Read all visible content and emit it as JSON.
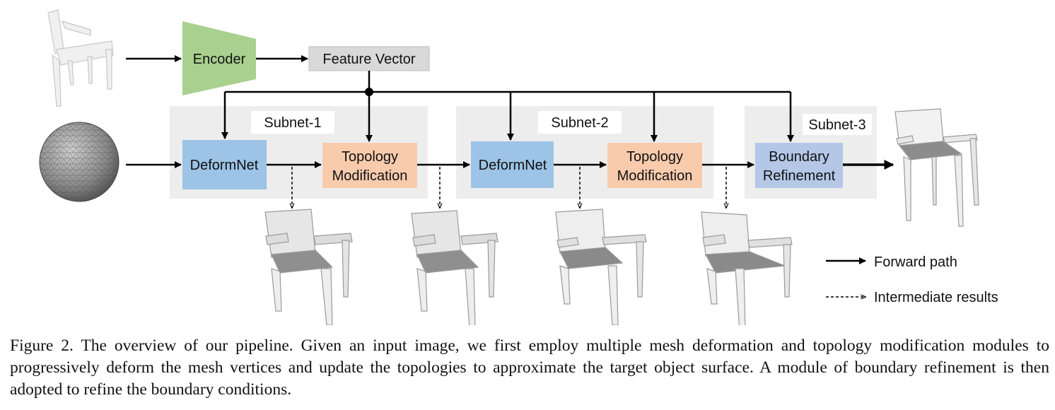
{
  "diagram": {
    "encoder": "Encoder",
    "feature_vector": "Feature Vector",
    "subnets": [
      "Subnet-1",
      "Subnet-2",
      "Subnet-3"
    ],
    "deformnet": "DeformNet",
    "topology": [
      "Topology",
      "Modification"
    ],
    "boundary": [
      "Boundary",
      "Refinement"
    ],
    "legend": {
      "forward": "Forward path",
      "intermediate": "Intermediate results"
    },
    "colors": {
      "encoder": "#a9d08e",
      "feature_vector": "#d9d9d9",
      "subnet_bg": "#ededed",
      "deformnet": "#9dc3e6",
      "topology": "#f8cbad",
      "boundary": "#b4c7e7"
    }
  },
  "caption": "Figure 2. The overview of our pipeline.  Given an input image, we first employ multiple mesh deformation and topology modification modules to progressively deform the mesh vertices and update the topologies to approximate the target object surface.  A module of boundary refinement is then adopted to refine the boundary conditions."
}
